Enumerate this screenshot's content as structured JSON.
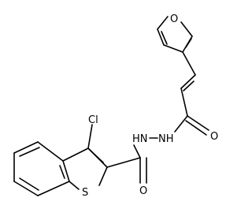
{
  "molecule": {
    "atoms": {
      "furan_o": "O",
      "chlorine": "Cl",
      "carbonyl_o_upper": "O",
      "hydrazide_nh_1": "HN",
      "hydrazide_nh_2": "NH",
      "carbonyl_o_lower": "O",
      "thiophene_s": "S"
    }
  }
}
